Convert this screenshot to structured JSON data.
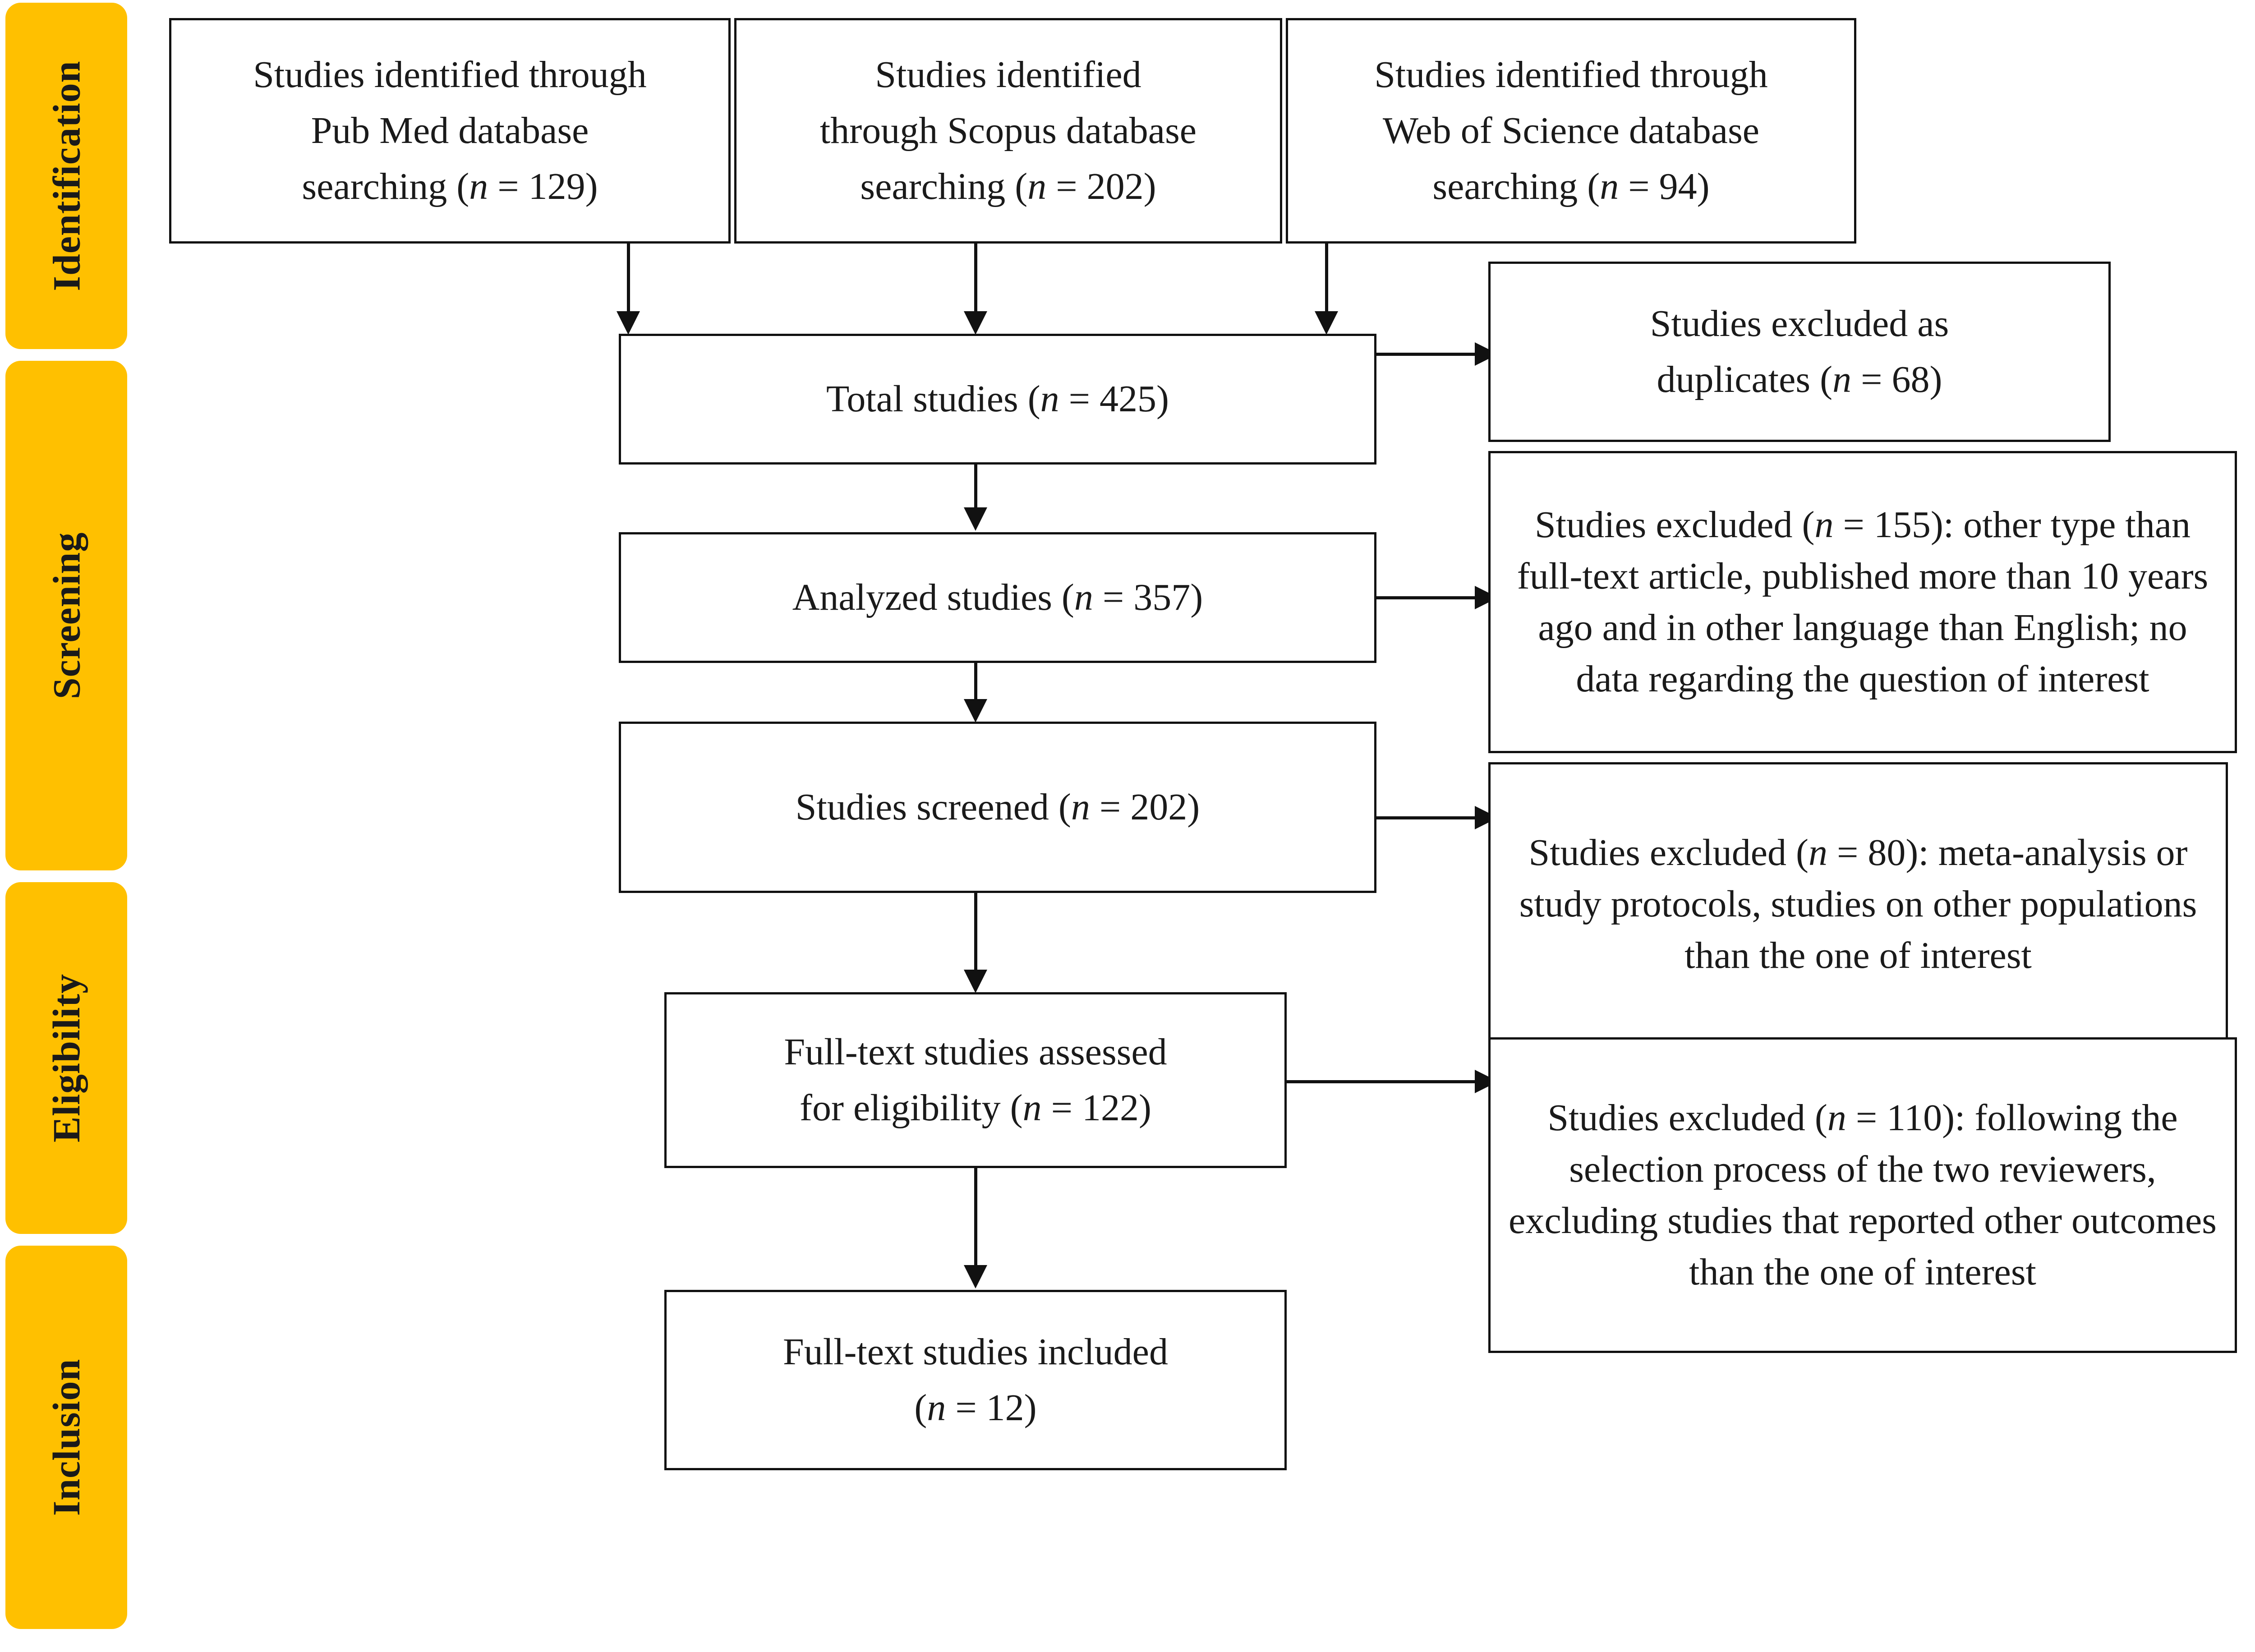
{
  "diagram": {
    "type": "prisma-flow-diagram",
    "accent_color": "#FFC000",
    "line_color": "#111111",
    "background_color": "#FFFFFF"
  },
  "stages": [
    {
      "id": "identification",
      "label": "Identification"
    },
    {
      "id": "screening",
      "label": "Screening"
    },
    {
      "id": "eligibility",
      "label": "Eligibility"
    },
    {
      "id": "inclusion",
      "label": "Inclusion"
    }
  ],
  "sources": [
    {
      "id": "pubmed",
      "line1": "Studies identified through",
      "line2": "Pub Med database",
      "line3_prefix": "searching (",
      "line3_var": "n",
      "line3_suffix": " = 129)",
      "n": 129
    },
    {
      "id": "scopus",
      "line1": "Studies identified",
      "line2": "through Scopus database",
      "line3_prefix": "searching (",
      "line3_var": "n",
      "line3_suffix": " = 202)",
      "n": 202
    },
    {
      "id": "web-of-science",
      "line1": "Studies identified through",
      "line2": "Web of Science database",
      "line3_prefix": "searching (",
      "line3_var": "n",
      "line3_suffix": " = 94)",
      "n": 94
    }
  ],
  "flow": {
    "total": {
      "prefix": "Total studies (",
      "var": "n",
      "suffix": " = 425)",
      "n": 425
    },
    "analyzed": {
      "prefix": "Analyzed studies (",
      "var": "n",
      "suffix": " = 357)",
      "n": 357
    },
    "screened": {
      "prefix": "Studies screened (",
      "var": "n",
      "suffix": " = 202)",
      "n": 202
    },
    "assessed": {
      "line1": "Full-text studies assessed",
      "line2_prefix": "for eligibility (",
      "line2_var": "n",
      "line2_suffix": " = 122)",
      "n": 122
    },
    "included": {
      "line1": "Full-text studies included",
      "line2_prefix": "(",
      "line2_var": "n",
      "line2_suffix": " = 12)",
      "n": 12
    }
  },
  "exclusions": [
    {
      "id": "duplicates",
      "line1": "Studies excluded as",
      "line2_prefix": "duplicates (",
      "line2_var": "n",
      "line2_suffix": " = 68)",
      "n": 68
    },
    {
      "id": "excluded-155",
      "prefix": "Studies excluded (",
      "var": "n",
      "suffix": " = 155): other type than full-text article, published more than 10 years ago and in other language than English; no data regarding the question of interest",
      "n": 155
    },
    {
      "id": "excluded-80",
      "prefix": "Studies excluded (",
      "var": "n",
      "suffix": " = 80): meta-analysis or study protocols, studies on other populations than the one of interest",
      "n": 80
    },
    {
      "id": "excluded-110",
      "prefix": "Studies excluded (",
      "var": "n",
      "suffix": " = 110): following the selection process of the two reviewers, excluding studies that reported other outcomes than the one of interest",
      "n": 110
    }
  ]
}
